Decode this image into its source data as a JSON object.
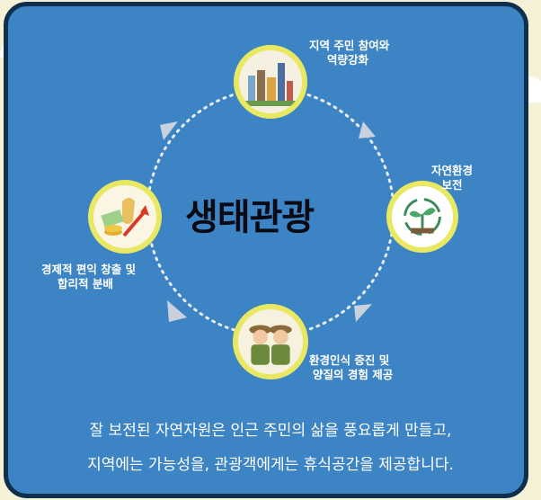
{
  "center_title": "생태관광",
  "nodes": {
    "top": {
      "label_line1": "지역 주민 참여와",
      "label_line2": "역량강화",
      "icon": "city-buildings-icon"
    },
    "right": {
      "label_line1": "자연환경",
      "label_line2": "보전",
      "icon": "sprout-recycle-icon"
    },
    "bottom": {
      "label_line1": "환경인식 증진 및",
      "label_line2": "양질의 경험 제공",
      "icon": "tourist-guides-icon"
    },
    "left": {
      "label_line1": "경제적 편익 창출 및",
      "label_line2": "합리적 분배",
      "icon": "money-growth-icon"
    }
  },
  "caption": {
    "line1": "잘 보전된 자연자원은 인근 주민의 삶을 풍요롭게 만들고,",
    "line2": "지역에는 가능성을, 관광객에게는 휴식공간을 제공합니다."
  },
  "colors": {
    "panel_bg": "#3d84c4",
    "panel_border": "#0f2f4c",
    "node_ring": "#e8e862",
    "arrow": "#c9d1dc",
    "title": "#0a0a14"
  }
}
